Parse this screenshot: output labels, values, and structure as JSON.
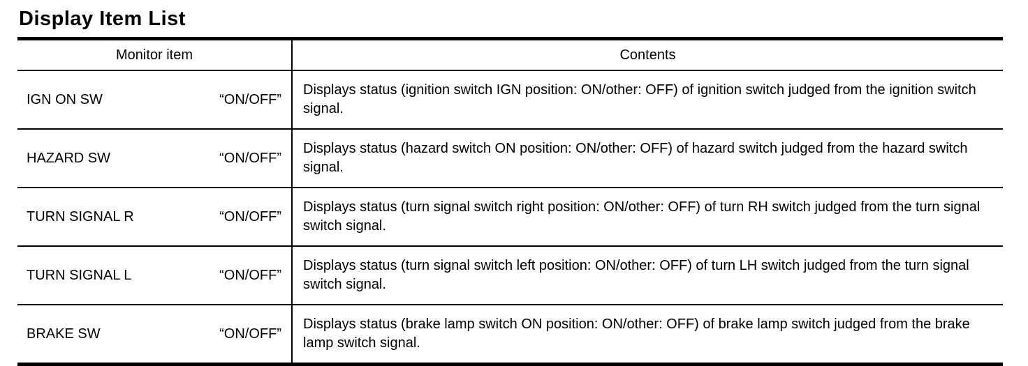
{
  "title": "Display Item List",
  "table": {
    "headers": {
      "monitor_item": "Monitor item",
      "contents": "Contents"
    },
    "rows": [
      {
        "item": "IGN ON SW",
        "value": "“ON/OFF”",
        "contents": "Displays status (ignition switch IGN position: ON/other: OFF) of ignition switch judged from the ignition switch signal."
      },
      {
        "item": "HAZARD SW",
        "value": "“ON/OFF”",
        "contents": "Displays status (hazard switch ON position: ON/other: OFF) of hazard switch judged from the hazard switch signal."
      },
      {
        "item": "TURN SIGNAL R",
        "value": "“ON/OFF”",
        "contents": "Displays status (turn signal switch right position: ON/other: OFF) of turn RH switch judged from the turn signal switch signal."
      },
      {
        "item": "TURN SIGNAL L",
        "value": "“ON/OFF”",
        "contents": "Displays status (turn signal switch left position: ON/other: OFF) of turn LH switch judged from the turn signal switch signal."
      },
      {
        "item": "BRAKE SW",
        "value": "“ON/OFF”",
        "contents": "Displays status (brake lamp switch ON position: ON/other: OFF) of brake lamp switch judged from the brake lamp switch signal."
      }
    ]
  },
  "colors": {
    "text": "#000000",
    "background": "#ffffff",
    "rule": "#000000"
  }
}
